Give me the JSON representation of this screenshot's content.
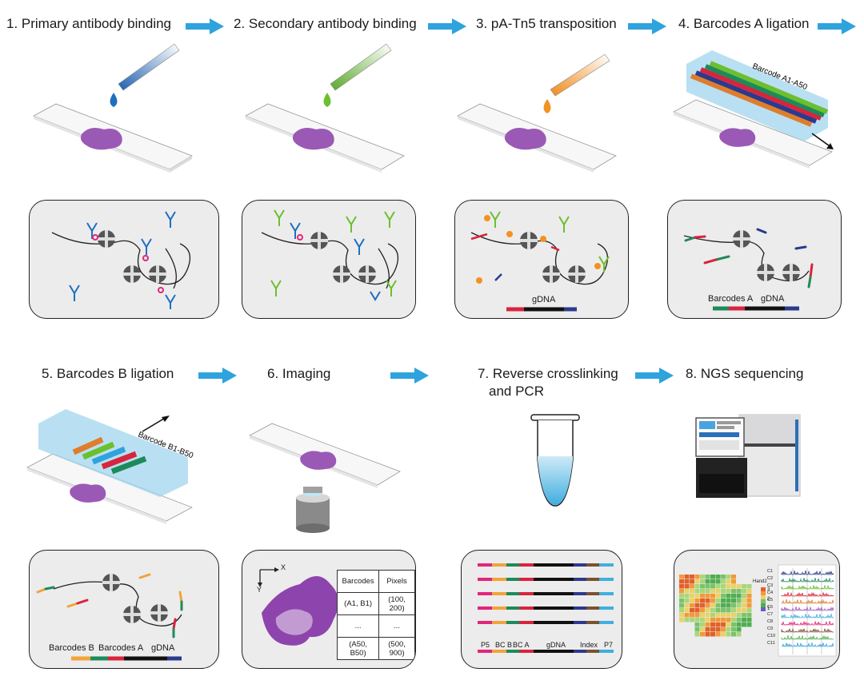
{
  "steps": [
    {
      "title": "1. Primary antibody binding"
    },
    {
      "title": "2. Secondary antibody binding"
    },
    {
      "title": "3. pA-Tn5 transposition"
    },
    {
      "title": "4. Barcodes A ligation"
    },
    {
      "title": "5. Barcodes B ligation"
    },
    {
      "title": "6. Imaging"
    },
    {
      "title": "7. Reverse crosslinking",
      "title2": "and PCR"
    },
    {
      "title": "8. NGS sequencing"
    }
  ],
  "panel3": {
    "gdna": "gDNA"
  },
  "panel4": {
    "barcode_label": "Barcode A1-A50",
    "barcodes_a": "Barcodes A",
    "gdna": "gDNA"
  },
  "panel5": {
    "barcode_label": "Barcode B1-B50",
    "barcodes_b": "Barcodes B",
    "barcodes_a": "Barcodes A",
    "gdna": "gDNA"
  },
  "panel6": {
    "axis_x": "X",
    "axis_y": "Y",
    "table_headers": [
      "Barcodes",
      "Pixels"
    ],
    "table_rows": [
      [
        "(A1, B1)",
        "(100, 200)"
      ],
      [
        "...",
        "..."
      ],
      [
        "(A50, B50)",
        "(500, 900)"
      ]
    ]
  },
  "panel7": {
    "p5": "P5",
    "bcb": "BC B",
    "bca": "BC A",
    "gdna": "gDNA",
    "index": "Index",
    "p7": "P7"
  },
  "panel8": {
    "heatmap_label": "Hand2",
    "scale": [
      "3",
      "2",
      "1"
    ],
    "track_labels": [
      "C1",
      "C2",
      "C3",
      "C4",
      "C5",
      "C6",
      "C7",
      "C8",
      "C9",
      "C10",
      "C11"
    ]
  },
  "colors": {
    "arrow": "#2ea3dd",
    "primary": "#1f6fc0",
    "secondary": "#6cbf2f",
    "tn5": "#f29222",
    "barcode_green": "#1e8a5b",
    "barcode_red": "#d8243d",
    "barcode_navy": "#2b3a8c",
    "barcode_orange": "#f2a33a",
    "tissue": "#9b59b6",
    "magenta": "#e2257c",
    "cyan": "#41aee0"
  }
}
